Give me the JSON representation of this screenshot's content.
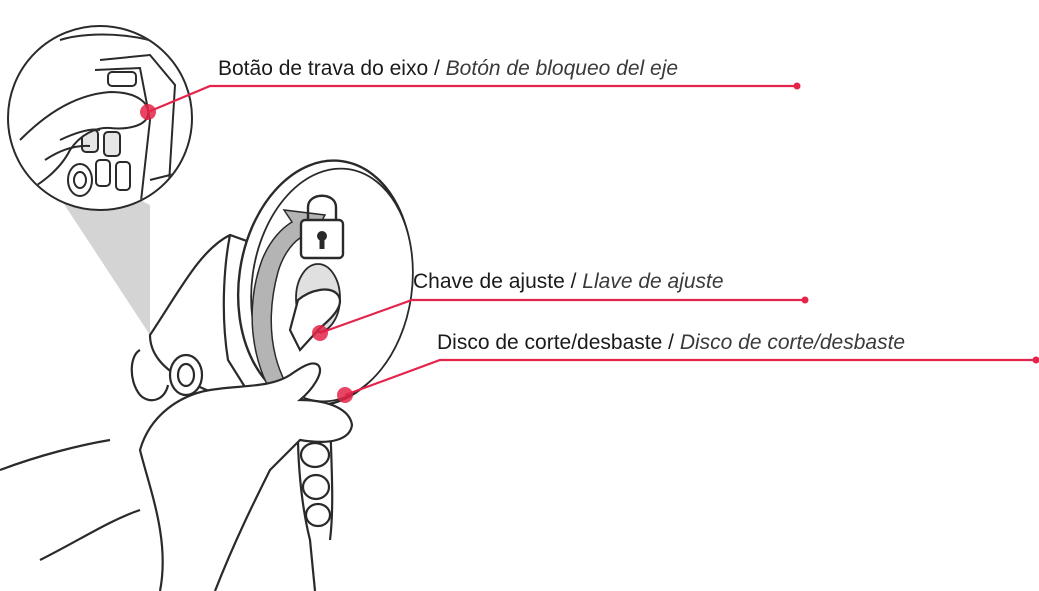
{
  "colors": {
    "callout": "#e4244a",
    "line_art": "#2a2a2a",
    "fill_grey": "#c9c9c9",
    "arrow_grey": "#a9a9a9"
  },
  "callouts": [
    {
      "id": "spindle-lock",
      "pt": "Botão de trava do eixo",
      "sep": " / ",
      "es": "Botón de bloqueo del eje"
    },
    {
      "id": "wrench",
      "pt": "Chave de ajuste",
      "sep": " / ",
      "es": "Llave de ajuste"
    },
    {
      "id": "disc",
      "pt": "Disco de corte/desbaste",
      "sep": " / ",
      "es": "Disco de corte/desbaste"
    }
  ],
  "icons": {
    "lock": "padlock-icon",
    "rotation": "rotation-arrow-icon"
  }
}
